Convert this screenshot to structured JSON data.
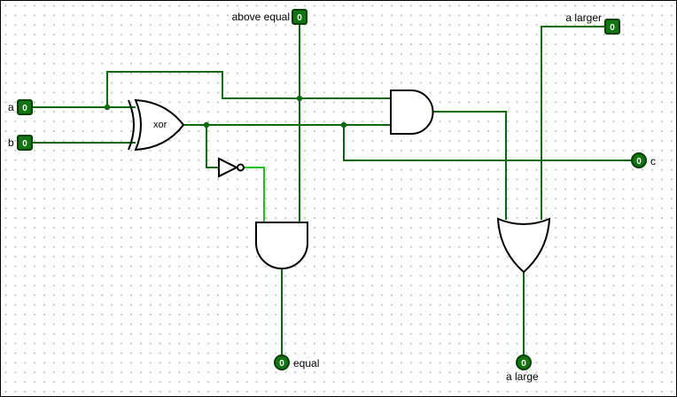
{
  "app": {
    "name": "Logisim circuit canvas"
  },
  "colors": {
    "wire_low": "#0b6b0b",
    "wire_high": "#1fc11f",
    "pin_fill": "#117511",
    "pin_border": "#043f04",
    "gate_stroke": "#000000",
    "grid_dot": "#c9c9c9"
  },
  "gates": {
    "xor": {
      "type": "XOR",
      "label": "xor"
    },
    "and_top": {
      "type": "AND"
    },
    "and_bottom": {
      "type": "AND"
    },
    "or_bottom": {
      "type": "OR"
    },
    "not1": {
      "type": "NOT"
    }
  },
  "pins": {
    "a": {
      "label": "a",
      "value": "0",
      "kind": "input"
    },
    "b": {
      "label": "b",
      "value": "0",
      "kind": "input"
    },
    "above_equal": {
      "label": "above equal",
      "value": "0",
      "kind": "input"
    },
    "a_larger": {
      "label": "a larger",
      "value": "0",
      "kind": "input"
    },
    "c": {
      "label": "c",
      "value": "0",
      "kind": "output"
    },
    "equal": {
      "label": "equal",
      "value": "0",
      "kind": "output"
    },
    "a_large": {
      "label": "a large",
      "value": "0",
      "kind": "output"
    }
  }
}
